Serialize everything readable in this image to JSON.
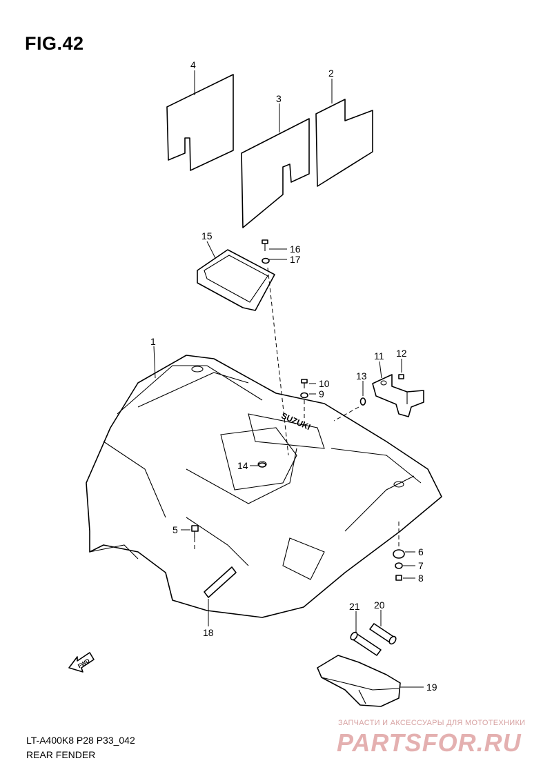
{
  "figure": {
    "title": "FIG.42",
    "code": "LT-A400K8 P28 P33_042",
    "name": "REAR FENDER"
  },
  "callouts": [
    {
      "id": "c1",
      "label": "1"
    },
    {
      "id": "c2",
      "label": "2"
    },
    {
      "id": "c3",
      "label": "3"
    },
    {
      "id": "c4",
      "label": "4"
    },
    {
      "id": "c5",
      "label": "5"
    },
    {
      "id": "c6",
      "label": "6"
    },
    {
      "id": "c7",
      "label": "7"
    },
    {
      "id": "c8",
      "label": "8"
    },
    {
      "id": "c9",
      "label": "9"
    },
    {
      "id": "c10",
      "label": "10"
    },
    {
      "id": "c11",
      "label": "11"
    },
    {
      "id": "c12",
      "label": "12"
    },
    {
      "id": "c13",
      "label": "13"
    },
    {
      "id": "c14",
      "label": "14"
    },
    {
      "id": "c15",
      "label": "15"
    },
    {
      "id": "c16",
      "label": "16"
    },
    {
      "id": "c17",
      "label": "17"
    },
    {
      "id": "c18",
      "label": "18"
    },
    {
      "id": "c19",
      "label": "19"
    },
    {
      "id": "c20",
      "label": "20"
    },
    {
      "id": "c21",
      "label": "21"
    }
  ],
  "arrow": {
    "label": "FWD"
  },
  "emblem": {
    "label": "SUZUKI"
  },
  "watermark": {
    "tagline": "ЗАПЧАСТИ И АКСЕССУАРЫ ДЛЯ МОТОТЕХНИКИ",
    "logo": "PARTSFOR.RU",
    "color": "#e4b0b0"
  }
}
